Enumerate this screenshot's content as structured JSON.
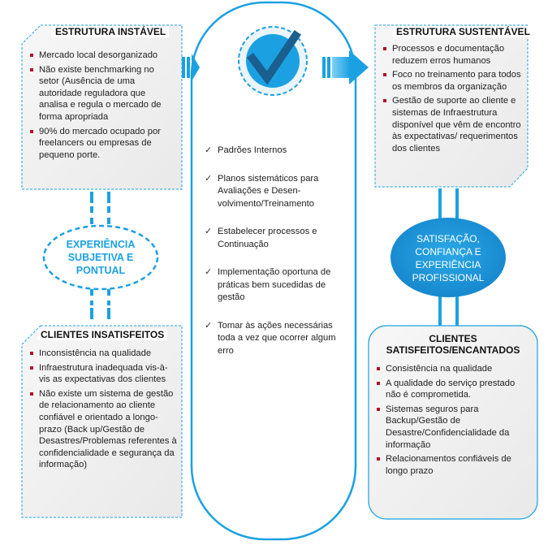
{
  "unstable": {
    "title": "ESTRUTURA INSTÁVEL",
    "items": [
      "Mercado local desorganizado",
      "Não existe benchmarking no setor (Ausência de uma autoridade reguladora que analisa e regula o mercado de forma apropriada",
      "90% do mercado ocupado por freelancers ou empresas de pequeno porte."
    ]
  },
  "experience_oval": {
    "lines": [
      "EXPERIÊNCIA",
      "SUBJETIVA E",
      "PONTUAL"
    ]
  },
  "unsatisfied": {
    "title": "CLIENTES INSATISFEITOS",
    "items": [
      "Inconsistência na qualidade",
      "Infraestrutura inadequada vis-à-vis as expectativas dos clientes",
      "Não existe um sistema de gestão de relacionamento ao cliente confiável e orientado a longo-prazo (Back up/Gestão de Desastres/Problemas referentes à confidencialidade e segurança da informação)"
    ]
  },
  "center": {
    "items": [
      "Padrões Internos",
      "Planos sistemáticos para Avaliações e Desen-volvimento/Treinamento",
      "Estabelecer processos e Continuação",
      "Implementação oportuna de práticas bem sucedidas de gestão",
      "Tomar às ações necessárias toda a vez que ocorrer algum erro"
    ]
  },
  "sustainable": {
    "title": "ESTRUTURA SUSTENTÁVEL",
    "items": [
      "Processos e documentação reduzem erros humanos",
      "Foco no treinamento para todos os membros da organização",
      "Gestão de suporte ao cliente e sistemas de Infraestrutura disponível que vêm de encontro às expectativas/ requerimentos dos clientes"
    ]
  },
  "satisfaction_oval": {
    "lines": [
      "SATISFAÇÃO,",
      "CONFIANÇA E",
      "EXPERIÊNCIA",
      "PROFISSIONAL"
    ]
  },
  "satisfied": {
    "title_lines": [
      "CLIENTES",
      "SATISFEITOS/ENCANTADOS"
    ],
    "items": [
      "Consistência na qualidade",
      "A qualidade do serviço prestado não é comprometida.",
      "Sistemas seguros para Backup/Gestão de Desastre/Confidencialidade da informação",
      "Relacionamentos confiáveis de longo prazo"
    ]
  },
  "colors": {
    "blue": "#1ba1e2",
    "dark_blue": "#1a6aa0",
    "bullet": "#b0112a",
    "box_bg": "#f0f0f0"
  }
}
